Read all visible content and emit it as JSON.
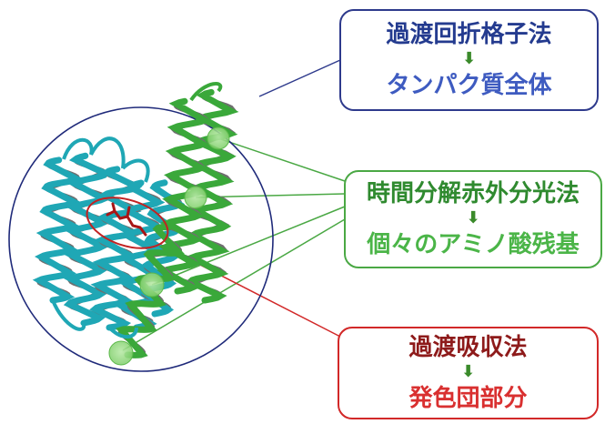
{
  "boxes": {
    "blue": {
      "top": "過渡回折格子法",
      "arrow": "⬇",
      "bottom": "タンパク質全体",
      "border": "#2e3a8c"
    },
    "green": {
      "top": "時間分解赤外分光法",
      "arrow": "⬇",
      "bottom": "個々のアミノ酸残基",
      "border": "#4aa844"
    },
    "red": {
      "top": "過渡吸収法",
      "arrow": "⬇",
      "bottom": "発色団部分",
      "border": "#d22828"
    }
  },
  "colors": {
    "protein_cyan": "#1fa7b5",
    "protein_green": "#3aa83a",
    "chromophore": "#b01818",
    "loop_gray": "#8a8a8a"
  }
}
